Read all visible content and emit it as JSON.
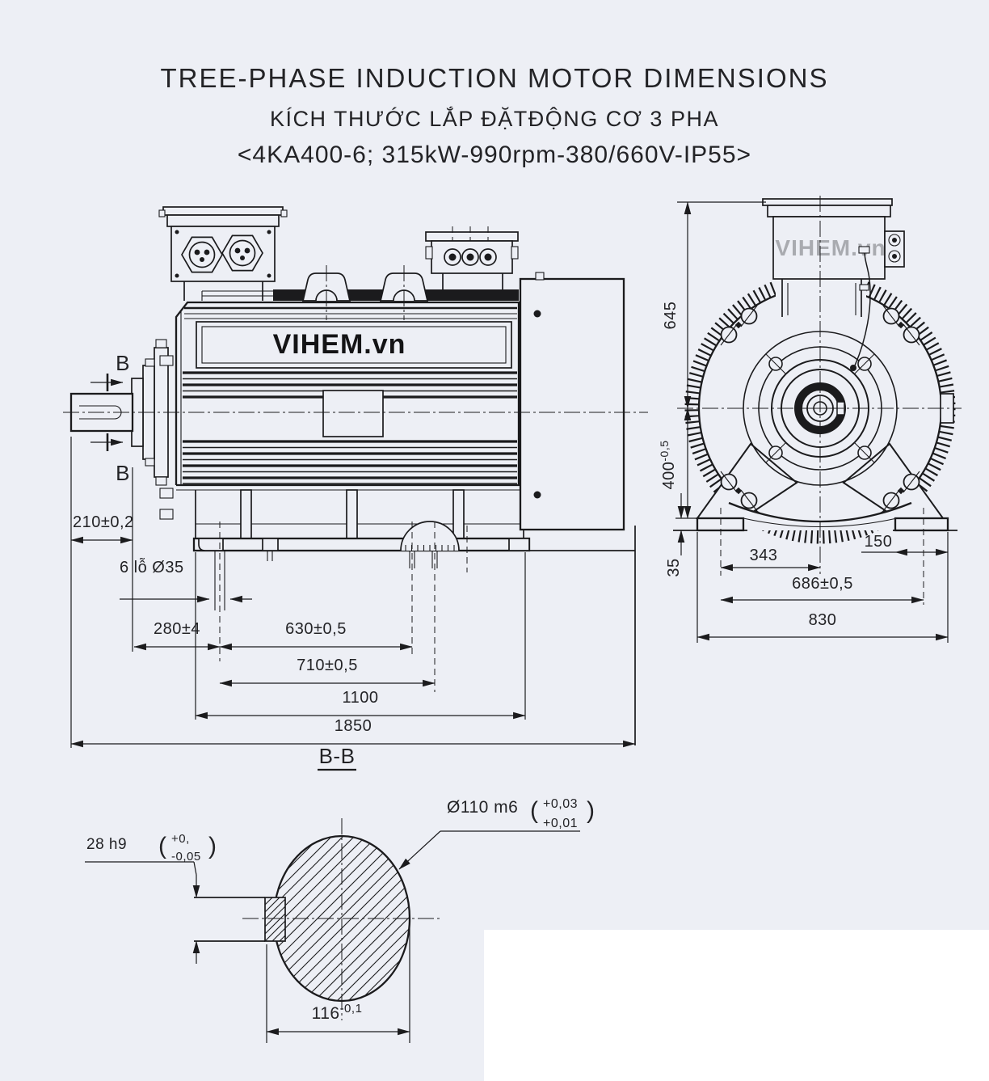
{
  "title": {
    "line1": "TREE-PHASE INDUCTION MOTOR DIMENSIONS",
    "line2": "KÍCH THƯỚC LẮP ĐẶTĐỘNG CƠ 3 PHA",
    "line3": "<4KA400-6; 315kW-990rpm-380/660V-IP55>"
  },
  "watermarks": {
    "side": "VIHEM.vn",
    "front": "VIHEM.vn"
  },
  "side": {
    "section_mark_top": "B",
    "section_mark_bottom": "B",
    "dims": {
      "d210": "210±0,2",
      "holes": "6 lỗ Ø35",
      "d280": "280±4",
      "d630": "630±0,5",
      "d710": "710±0,5",
      "d1100": "1100",
      "d1850": "1850"
    }
  },
  "front": {
    "dims": {
      "d645": "645",
      "d400": "400",
      "d400_tol": "-0,5",
      "d35": "35",
      "d343": "343",
      "d150": "150",
      "d686": "686±0,5",
      "d830": "830"
    }
  },
  "section_bb": {
    "label": "B-B",
    "key": {
      "name": "28 h9",
      "open": "(",
      "tol_top": "+0,",
      "tol_bot": "-0,05",
      "close": ")"
    },
    "shaft": {
      "name": "Ø110 m6",
      "open": "(",
      "tol_top": "+0,03",
      "tol_bot": "+0,01",
      "close": ")"
    },
    "width": {
      "value": "116",
      "tol": "-0,1"
    }
  },
  "colors": {
    "paper": "#edeff5",
    "ink": "#1b1b1d",
    "watermark_front_gray": "#a9abb0",
    "white_patch": "#ffffff"
  }
}
